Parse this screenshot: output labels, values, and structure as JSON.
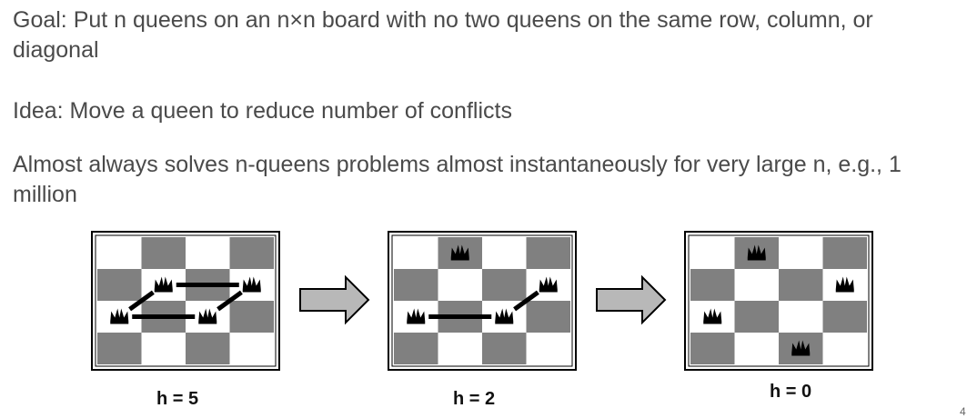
{
  "text": {
    "goal": "Goal: Put n queens on an n×n board with no two queens on the same row, column, or diagonal",
    "idea": "Idea: Move a queen to reduce number of conflicts",
    "claim": "Almost always solves n-queens problems almost instantaneously for very large n, e.g., 1 million"
  },
  "page_number": "4",
  "colors": {
    "dark_square": "#808080",
    "light_square": "#ffffff",
    "border": "#000000",
    "arrow_fill": "#b8b8b8"
  },
  "boards": [
    {
      "caption": "h = 5",
      "queens": [
        [
          1,
          1
        ],
        [
          3,
          1
        ],
        [
          0,
          2
        ],
        [
          2,
          2
        ]
      ],
      "conflicts": [
        [
          [
            1,
            1
          ],
          [
            3,
            1
          ]
        ],
        [
          [
            1,
            1
          ],
          [
            0,
            2
          ]
        ],
        [
          [
            3,
            1
          ],
          [
            2,
            2
          ]
        ],
        [
          [
            0,
            2
          ],
          [
            2,
            2
          ]
        ]
      ]
    },
    {
      "caption": "h = 2",
      "queens": [
        [
          1,
          0
        ],
        [
          3,
          1
        ],
        [
          0,
          2
        ],
        [
          2,
          2
        ]
      ],
      "conflicts": [
        [
          [
            0,
            2
          ],
          [
            2,
            2
          ]
        ],
        [
          [
            2,
            2
          ],
          [
            3,
            1
          ]
        ]
      ]
    },
    {
      "caption": "h = 0",
      "queens": [
        [
          1,
          0
        ],
        [
          3,
          1
        ],
        [
          0,
          2
        ],
        [
          2,
          3
        ]
      ],
      "conflicts": []
    }
  ]
}
